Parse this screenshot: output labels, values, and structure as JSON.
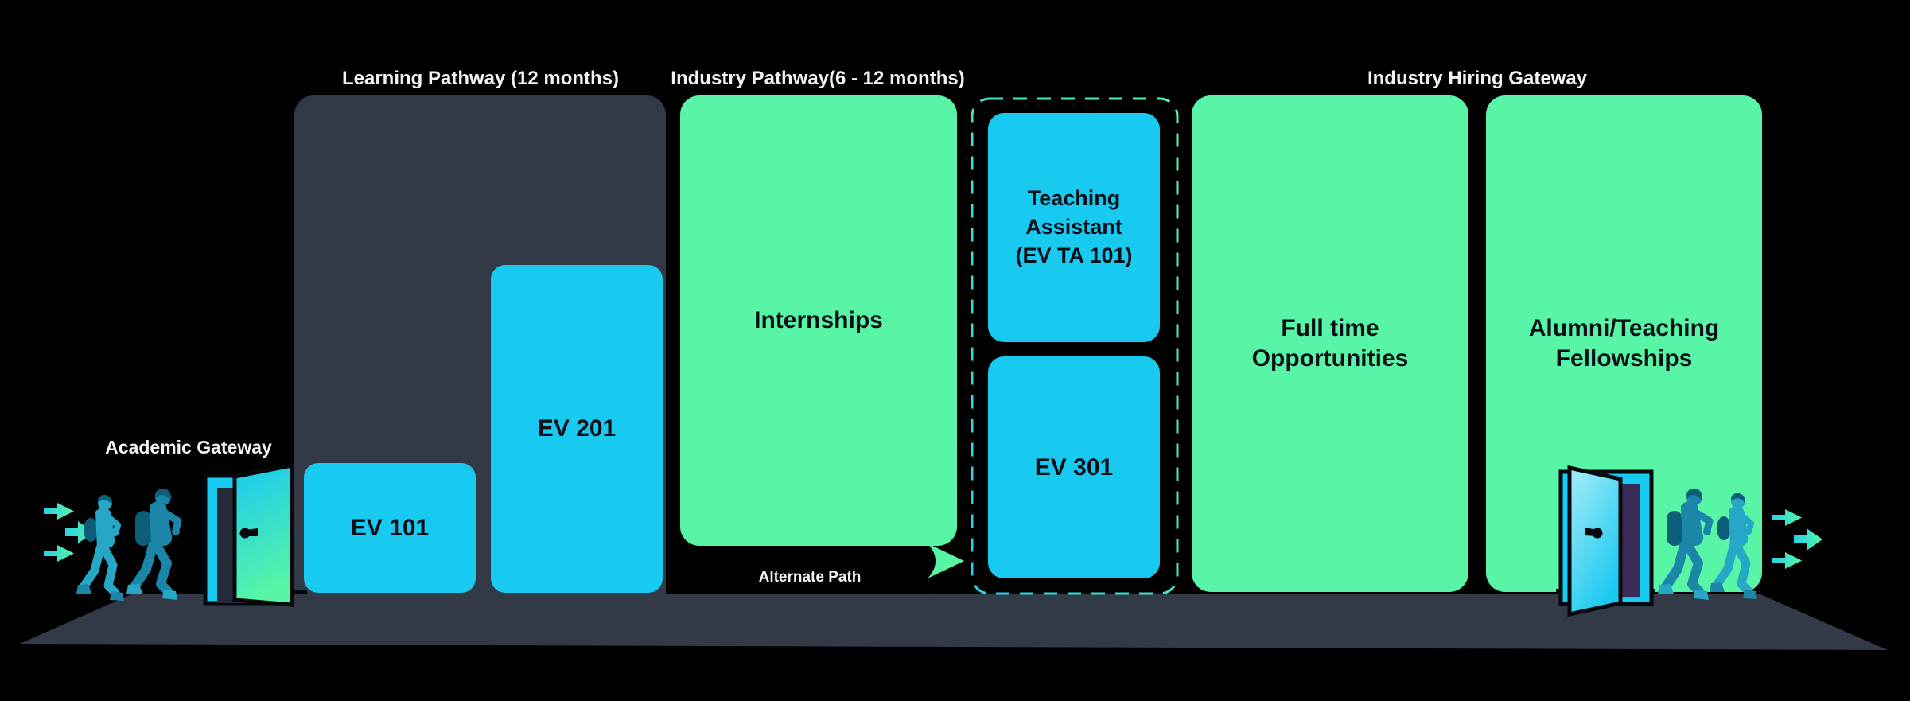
{
  "titles": {
    "learning": "Learning Pathway (12 months)",
    "industry": "Industry Pathway(6 - 12 months)",
    "hiring": "Industry Hiring Gateway",
    "academic": "Academic Gateway",
    "alternate": "Alternate Path"
  },
  "boxes": {
    "ev101": {
      "label": "EV 101"
    },
    "ev201": {
      "label": "EV 201"
    },
    "internships": {
      "label": "Internships"
    },
    "teaching_assistant": {
      "lines": [
        "Teaching",
        "Assistant",
        "(EV TA 101)"
      ]
    },
    "ev301": {
      "label": "EV 301"
    },
    "full_time": {
      "lines": [
        "Full time",
        "Opportunities"
      ]
    },
    "alumni": {
      "lines": [
        "Alumni/Teaching",
        "Fellowships"
      ]
    }
  },
  "icons": {
    "left_arrows": "arrows-right-icon",
    "right_arrows": "arrows-right-icon",
    "left_door": "open-door-icon",
    "right_door": "open-door-icon",
    "left_students": "students-walking-illustration",
    "right_students": "students-walking-illustration",
    "alternate_arrow": "dashed-arrow-icon"
  },
  "colors": {
    "bg": "#000000",
    "slate": "#333a47",
    "cyan": "#18c9f0",
    "green": "#58f5a6",
    "label-dark": "#0b1018",
    "title-light": "#f2f2f2",
    "accent-cyan": "#2ad0e8",
    "accent-green": "#57f5a6",
    "door-purple": "#3a2a58",
    "door-inner": "#232b38",
    "fig-teal": "#1b86a8",
    "fig-light": "#27a7c6",
    "fig-dark": "#0d5e79",
    "outline-black": "#05080d"
  }
}
